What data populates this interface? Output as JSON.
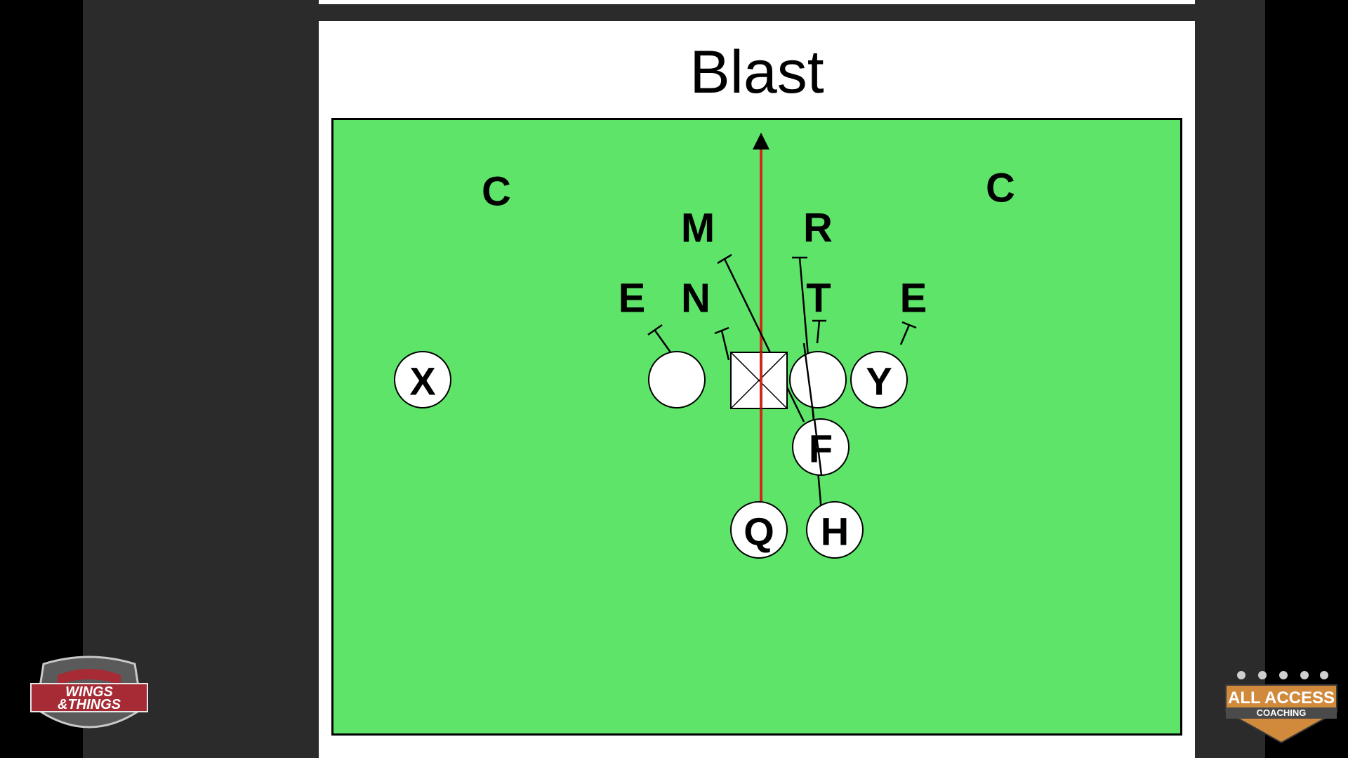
{
  "slide": {
    "title": "Blast"
  },
  "diagram": {
    "defense": [
      {
        "id": "corner-left",
        "label": "C"
      },
      {
        "id": "corner-right",
        "label": "C"
      },
      {
        "id": "mike",
        "label": "M"
      },
      {
        "id": "rover",
        "label": "R"
      },
      {
        "id": "end-left",
        "label": "E"
      },
      {
        "id": "nose",
        "label": "N"
      },
      {
        "id": "tackle",
        "label": "T"
      },
      {
        "id": "end-right",
        "label": "E"
      }
    ],
    "offense": [
      {
        "id": "x-receiver",
        "label": "X"
      },
      {
        "id": "left-guard",
        "label": ""
      },
      {
        "id": "center",
        "label": ""
      },
      {
        "id": "right-guard",
        "label": ""
      },
      {
        "id": "y-end",
        "label": "Y"
      },
      {
        "id": "fullback",
        "label": "F"
      },
      {
        "id": "quarterback",
        "label": "Q"
      },
      {
        "id": "halfback",
        "label": "H"
      }
    ],
    "colors": {
      "field": "#5fe46a",
      "ball_path": "#cc2a1a",
      "block_line": "#000000"
    }
  },
  "logos": {
    "left": {
      "line1": "WINGS",
      "line2": "&THINGS"
    },
    "right": {
      "line1": "ALL ACCESS",
      "line2": "COACHING"
    }
  }
}
